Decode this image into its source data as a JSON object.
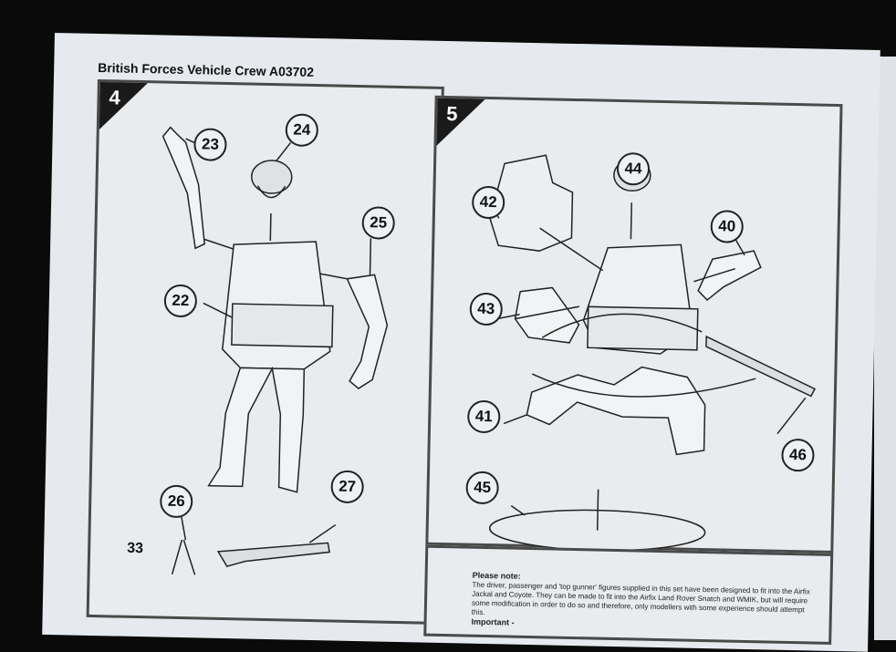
{
  "header": {
    "title": "British Forces Vehicle Crew A03702"
  },
  "step4": {
    "number": "4",
    "callouts": {
      "c22": "22",
      "c23": "23",
      "c24": "24",
      "c25": "25",
      "c26": "26",
      "c27": "27",
      "c33": "33"
    }
  },
  "step5": {
    "number": "5",
    "callouts": {
      "c40": "40",
      "c41": "41",
      "c42": "42",
      "c43": "43",
      "c44": "44",
      "c45": "45",
      "c46": "46"
    }
  },
  "note": {
    "heading": "Please note:",
    "body": "The driver, passenger and 'top gunner' figures supplied in this set have been designed to fit into the Airfix Jackal and Coyote. They can be made to fit into the Airfix Land Rover Snatch and WMIK, but will require some modification in order to do so and therefore, only modellers with some experience should attempt this.",
    "important": "Important -"
  }
}
